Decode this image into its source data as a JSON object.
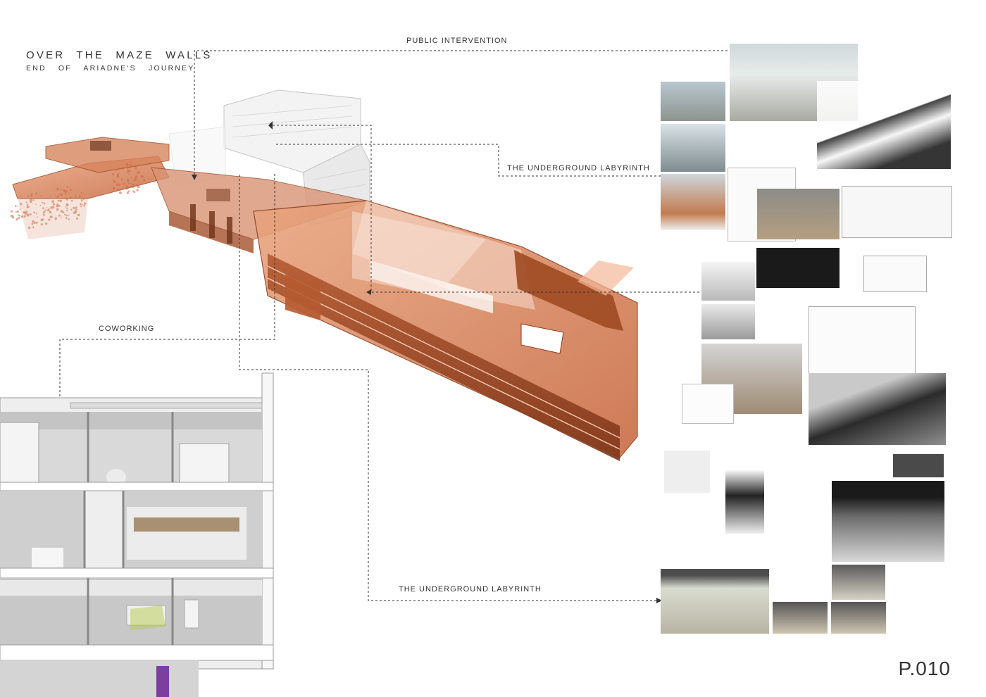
{
  "title": {
    "main": "OVER THE MAZE WALLS",
    "sub": "END OF ARIADNE'S JOURNEY"
  },
  "labels": {
    "public_intervention": "PUBLIC INTERVENTION",
    "underground_labyrinth_top": "THE UNDERGROUND LABYRINTH",
    "coworking": "COWORKING",
    "underground_labyrinth_bottom": "THE UNDERGROUND LABYRINTH"
  },
  "page_number": "P.010",
  "colors": {
    "accent_copper": "#c8683f",
    "copper_light": "#e7a27c",
    "copper_dark": "#8a3d1f",
    "leader_line": "#333333"
  }
}
